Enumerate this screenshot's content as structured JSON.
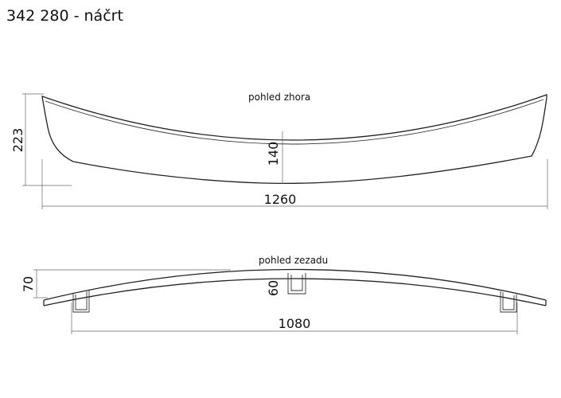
{
  "title": "342 280 - náčrt",
  "views": {
    "top": {
      "label": "pohled zhora",
      "dim_height": "223",
      "dim_center_depth": "140",
      "dim_length": "1260"
    },
    "back": {
      "label": "pohled zezadu",
      "dim_height": "70",
      "dim_leg": "60",
      "dim_span": "1080"
    }
  }
}
